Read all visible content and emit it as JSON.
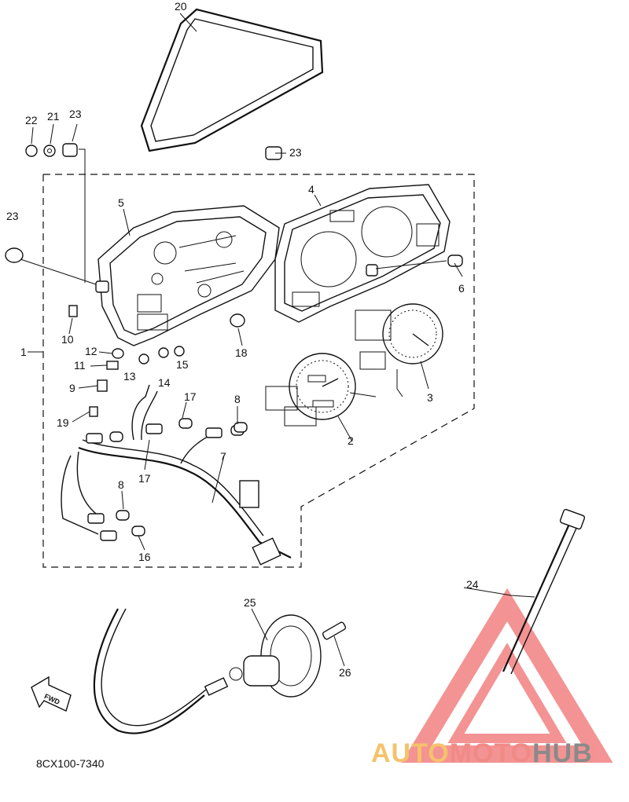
{
  "diagram": {
    "callouts": [
      "1",
      "2",
      "3",
      "4",
      "5",
      "6",
      "7",
      "8",
      "8",
      "9",
      "10",
      "11",
      "12",
      "13",
      "14",
      "15",
      "16",
      "17",
      "17",
      "18",
      "19",
      "20",
      "21",
      "22",
      "23",
      "23",
      "23",
      "24",
      "25",
      "26"
    ],
    "direction_marker": "FWD",
    "drawing_code": "8CX100-7340"
  },
  "watermark": {
    "brand_part1": "AUTO",
    "brand_part2": "MOTO",
    "brand_part3": "HUB",
    "colors": {
      "part1": "#f5c26b",
      "part2": "#f08a86",
      "part3": "#8a8a8a",
      "triangle": "#f07070"
    }
  }
}
